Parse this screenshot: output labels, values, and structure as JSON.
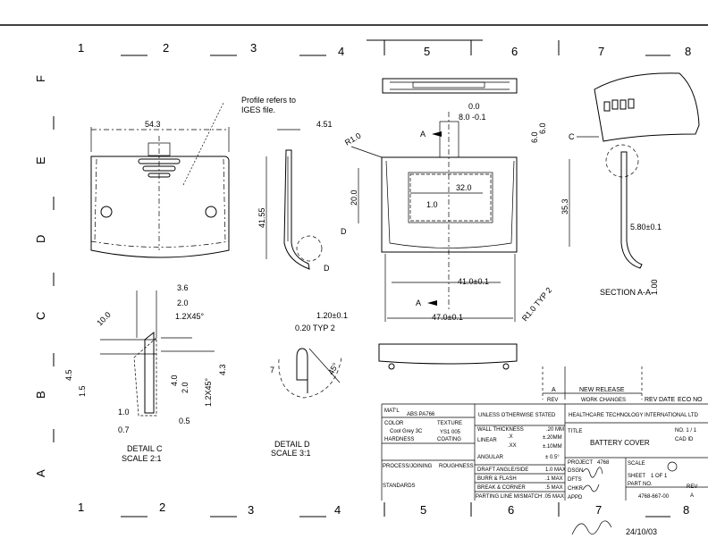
{
  "zones": {
    "top": [
      "1",
      "2",
      "3",
      "4",
      "5",
      "6",
      "7",
      "8"
    ],
    "bottom": [
      "1",
      "2",
      "3",
      "4",
      "5",
      "6",
      "7",
      "8"
    ],
    "left": [
      "F",
      "E",
      "D",
      "C",
      "B",
      "A"
    ]
  },
  "notes": {
    "profile": "Profile refers to",
    "profile2": "IGES file."
  },
  "front_view": {
    "width": "54.3",
    "height": "41.55",
    "depth": "4.51",
    "detail_d": "D"
  },
  "main_view": {
    "tol0": "0.0",
    "tab": "8.0 -0.1",
    "r1": "R1.0",
    "h20": "20.0",
    "w32": "32.0",
    "t1": "1.0",
    "h6a": "6.0",
    "h6b": "6.0",
    "h353": "35.3",
    "w41": "41.0±0.1",
    "w47": "47.0±0.1",
    "r1typ": "R1.0 TYP 2",
    "sec_a": "A",
    "sec_a2": "A",
    "detail_c": "C",
    "detail_d": "D"
  },
  "section": {
    "title": "SECTION A-A",
    "d580": "5.80±0.1",
    "d100": "1.00",
    "detail_c": "C"
  },
  "detail_c": {
    "d36": "3.6",
    "d20": "2.0",
    "d12": "1.2X45°",
    "d10": "10.0",
    "d45": "4.5",
    "d15": "1.5",
    "d40": "4.0",
    "d20b": "2.0",
    "d12b": "1.2X45°",
    "d43": "4.3",
    "d10b": "1.0",
    "d07": "0.7",
    "d05": "0.5",
    "title": "DETAIL C",
    "scale": "SCALE 2:1"
  },
  "detail_d": {
    "d120": "1.20±0.1",
    "d020": "0.20 TYP 2",
    "d7": "7",
    "d45": "45°",
    "title": "DETAIL D",
    "scale": "SCALE 3:1"
  },
  "revisions": {
    "rev": "A",
    "desc": "NEW RELEASE",
    "rev_h": "REV",
    "changes_h": "WORK CHANGES",
    "rev_h2": "REV",
    "date_h": "DATE",
    "eco_h": "ECO NO"
  },
  "title_block": {
    "mat_label": "MAT'L",
    "material": "ABS PA766",
    "color_label": "COLOR",
    "color": "Cool Grey 3C",
    "hardness_label": "HARDNESS",
    "texture_label": "TEXTURE",
    "texture": "YS1 005",
    "coating_label": "COATING",
    "process_label": "PROCESS/JOINING",
    "roughness_label": "ROUGHNESS",
    "standards_label": "STANDARDS",
    "unless": "UNLESS OTHERWISE STATED",
    "wall": "WALL THICKNESS",
    "wall_val": ".20 MM",
    "linear": "LINEAR",
    ".x": ".X",
    ".xx": ".XX",
    "lin1": "±.20MM",
    "lin2": "±.10MM",
    "angular": "ANGULAR",
    "ang_val": "± 0.5°",
    "draft": "DRAFT ANGLE/SIDE",
    "draft_val": "1.0 MAX",
    "burr": "BURR & FLASH",
    "burr_val": ".1 MAX",
    "break": "BREAK & CORNER",
    "break_val": ".5 MAX",
    "parting": "PARTING LINE MISMATCH",
    "parting_val": ".05 MAX",
    "company": "HEALTHCARE TECHNOLOGY INTERNATIONAL LTD",
    "title_label": "TITLE",
    "title": "BATTERY COVER",
    "sheet": "NO. 1 / 1",
    "cad": "CAD ID",
    "project_label": "PROJECT",
    "project": "4768",
    "dsgn": "DSGN",
    "dftr": "DFTS",
    "chkr": "CHKR",
    "appd": "APPD",
    "scale_label": "SCALE",
    "sheet_label": "SHEET",
    "sheet_val": "1 OF 1",
    "part_label": "PART NO.",
    "part": "4768-667-00",
    "rev_label": "REV",
    "rev": "A"
  },
  "signature_date": "24/10/03"
}
